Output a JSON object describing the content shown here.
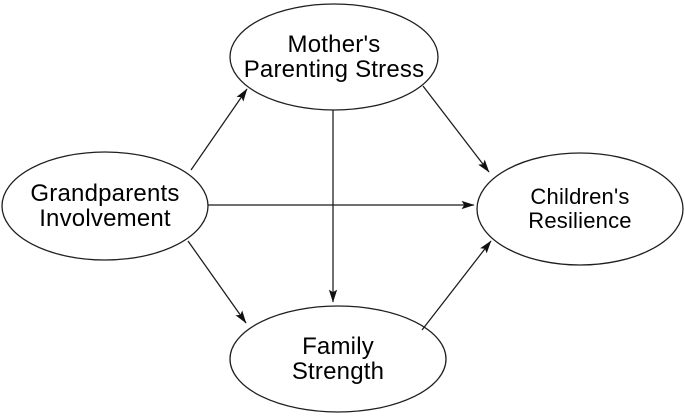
{
  "figure": {
    "type": "path-diagram",
    "colors": {
      "background": "#ffffff",
      "line": "#1a1a1a",
      "text": "#000000"
    },
    "nodes": [
      {
        "id": "mothers-parenting-stress",
        "lines": [
          "Mother's",
          "Parenting Stress"
        ]
      },
      {
        "id": "grandparents-involvement",
        "lines": [
          "Grandparents",
          "Involvement"
        ]
      },
      {
        "id": "childrens-resilience",
        "lines": [
          "Children's",
          "Resilience"
        ]
      },
      {
        "id": "family-strength",
        "lines": [
          "Family",
          "Strength"
        ]
      }
    ],
    "edges": [
      {
        "from": "Grandparents Involvement",
        "to": "Mother's Parenting Stress"
      },
      {
        "from": "Grandparents Involvement",
        "to": "Children's Resilience"
      },
      {
        "from": "Grandparents Involvement",
        "to": "Family Strength"
      },
      {
        "from": "Mother's Parenting Stress",
        "to": "Children's Resilience"
      },
      {
        "from": "Mother's Parenting Stress",
        "to": "Family Strength"
      },
      {
        "from": "Family Strength",
        "to": "Children's Resilience"
      }
    ]
  }
}
